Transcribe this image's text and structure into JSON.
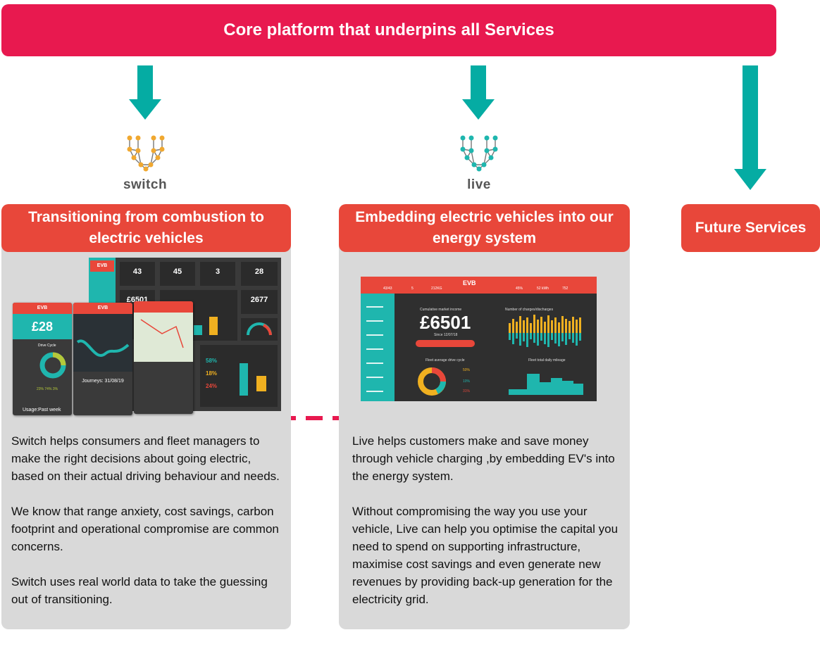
{
  "banner": {
    "title": "Core platform that underpins all Services"
  },
  "switch": {
    "brand": "switch",
    "header": "Transitioning  from combustion to electric vehicles",
    "paragraphs": [
      "Switch helps consumers and fleet managers to make the right decisions about going electric, based on their actual driving behaviour and needs.",
      "We know that range anxiety, cost savings, carbon footprint and operational compromise are common concerns.",
      "Switch uses real world data to take the guessing out of transitioning."
    ],
    "dashboard": {
      "logo": "EVB",
      "tiles": [
        "43",
        "45",
        "3",
        "28",
        "£6501",
        "2677"
      ],
      "phone1": {
        "label": "£28",
        "caption": "Usage:Past week",
        "chart": "Drive Cycle",
        "pcts": [
          "23%",
          "74%",
          "3%"
        ]
      },
      "phone2": {
        "caption": "Journeys: 31/08/19"
      },
      "percents": [
        "58%",
        "18%",
        "24%"
      ]
    }
  },
  "live": {
    "brand": "live",
    "header": "Embedding  electric vehicles into our energy system",
    "paragraphs": [
      "Live helps customers make and save money through vehicle charging ,by embedding EV's into the energy system.",
      "Without compromising the way you use your vehicle, Live can help you optimise the capital you need to spend on supporting infrastructure, maximise cost savings and even generate new revenues by providing back-up generation for the electricity grid."
    ],
    "dashboard": {
      "logo": "EVB",
      "income_title": "Cumulative market income",
      "income": "£6501",
      "since": "Since 12/07/18",
      "stats": [
        "43/43",
        "5",
        "212KG",
        "45%",
        "52 kWh",
        "752"
      ],
      "charge_title": "Number of charges/discharges",
      "donut_title": "Fleet average drive cycle",
      "mileage_title": "Fleet total daily mileage",
      "donut_pcts": [
        "50%",
        "10%",
        "31%"
      ]
    }
  },
  "future": {
    "header": "Future Services"
  },
  "colors": {
    "banner": "#e8194f",
    "header": "#e8473a",
    "arrow": "#05aca3",
    "panel": "#d9d9d9",
    "dash_arrow": "#e8194f"
  }
}
